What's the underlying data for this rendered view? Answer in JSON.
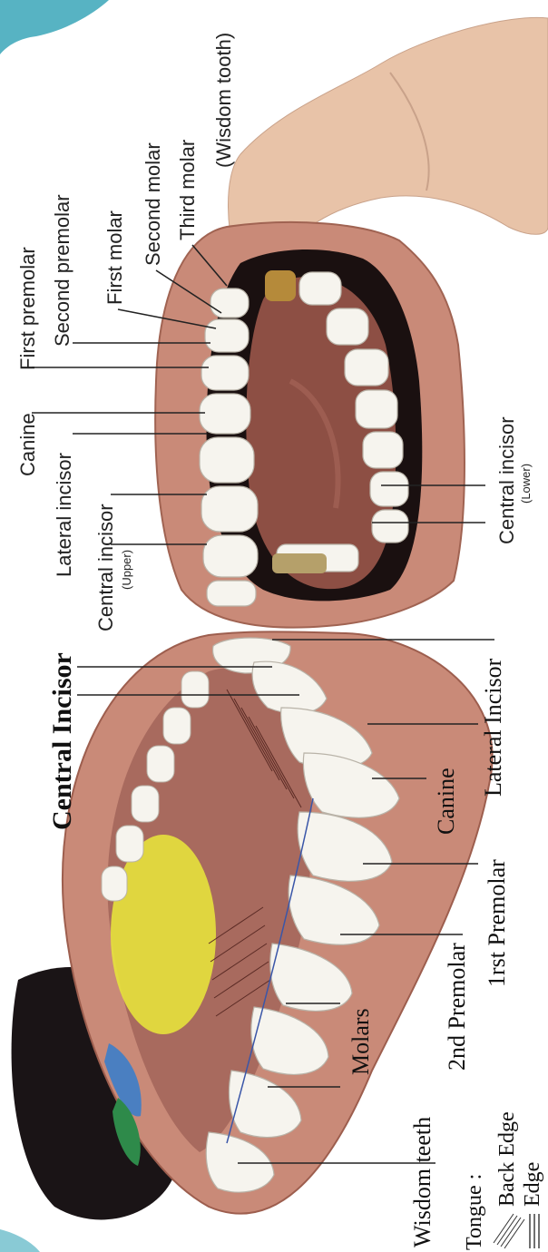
{
  "top_figure": {
    "labels": {
      "first_premolar": "First premolar",
      "second_premolar": "Second premolar",
      "first_molar": "First molar",
      "second_molar": "Second molar",
      "third_molar": "Third molar",
      "wisdom_tooth": "(Wisdom tooth)",
      "canine": "Canine",
      "lateral_incisor": "Lateral incisor",
      "central_incisor_upper": "Central incisor",
      "upper_note": "(Upper)",
      "central_incisor_lower": "Central incisor",
      "lower_note": "(Lower)"
    }
  },
  "bottom_figure": {
    "labels": {
      "central_incisor": "Central Incisor",
      "lateral_incisor": "Lateral Incisor",
      "canine": "Canine",
      "first_premolar": "1rst Premolar",
      "second_premolar": "2nd Premolar",
      "molars": "Molars",
      "wisdom_teeth": "Wisdom teeth"
    },
    "legend": {
      "title": "Tongue :",
      "back_edge": "Back Edge",
      "edge": "Edge"
    }
  },
  "colors": {
    "gum": "#c98a78",
    "tooth": "#f6f4ee",
    "tongue": "#8d4f44",
    "mouth_dark": "#1a1010",
    "skin": "#e8c3a8",
    "yellow_mark": "#e6e23c",
    "green_mark": "#2e8a4a",
    "blue_mark": "#4a7fc1",
    "frame_accent": "#3aa6b9"
  }
}
